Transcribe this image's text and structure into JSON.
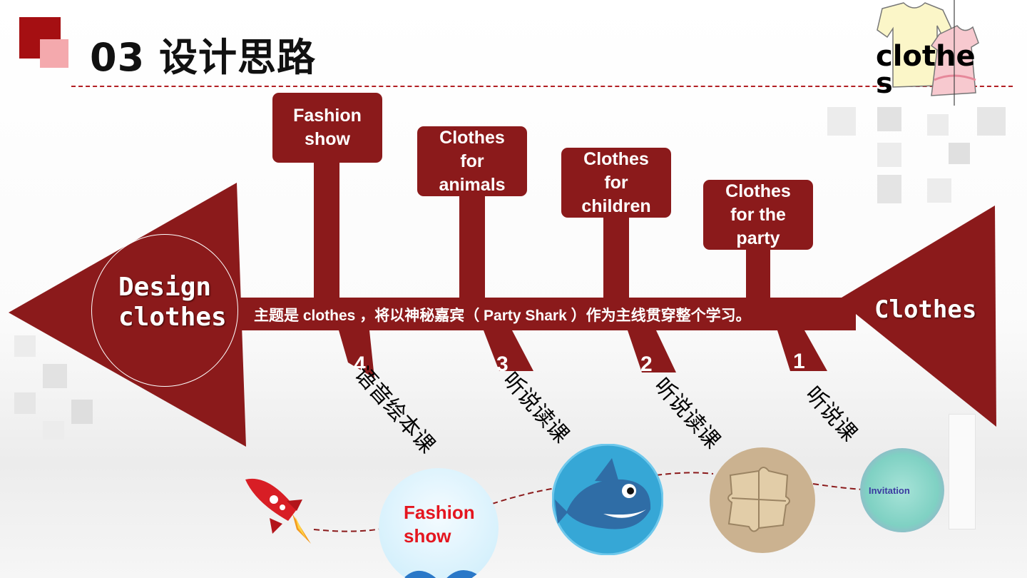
{
  "header": {
    "title": "03 设计思路",
    "corner_logo_text": "clothes"
  },
  "fishbone": {
    "head_label": "Design clothes",
    "tail_label": "Clothes",
    "spine_text": "主题是 clothes ，将以神秘嘉宾（ Party Shark ）作为主线贯穿整个学习。",
    "top_boxes": [
      {
        "label": "Fashion show"
      },
      {
        "label": "Clothes for animals"
      },
      {
        "label": "Clothes for children"
      },
      {
        "label": "Clothes for the party"
      }
    ],
    "bottom_branches": [
      {
        "number": "4",
        "label": "语音绘本课"
      },
      {
        "number": "3",
        "label": "听说读课"
      },
      {
        "number": "2",
        "label": "听说读课"
      },
      {
        "number": "1",
        "label": "听说课"
      }
    ]
  },
  "timeline": {
    "fashion_circle_text": "Fashion show",
    "invitation_text": "Invitation"
  },
  "colors": {
    "primary": "#8b1a1b",
    "accent": "#b21f24",
    "corner_square_dark": "#a50f12",
    "corner_square_light": "#f4a9ad"
  },
  "icons": [
    "rocket-icon",
    "shark-icon",
    "puzzle-icon",
    "invitation-icon",
    "clothes-icon"
  ]
}
